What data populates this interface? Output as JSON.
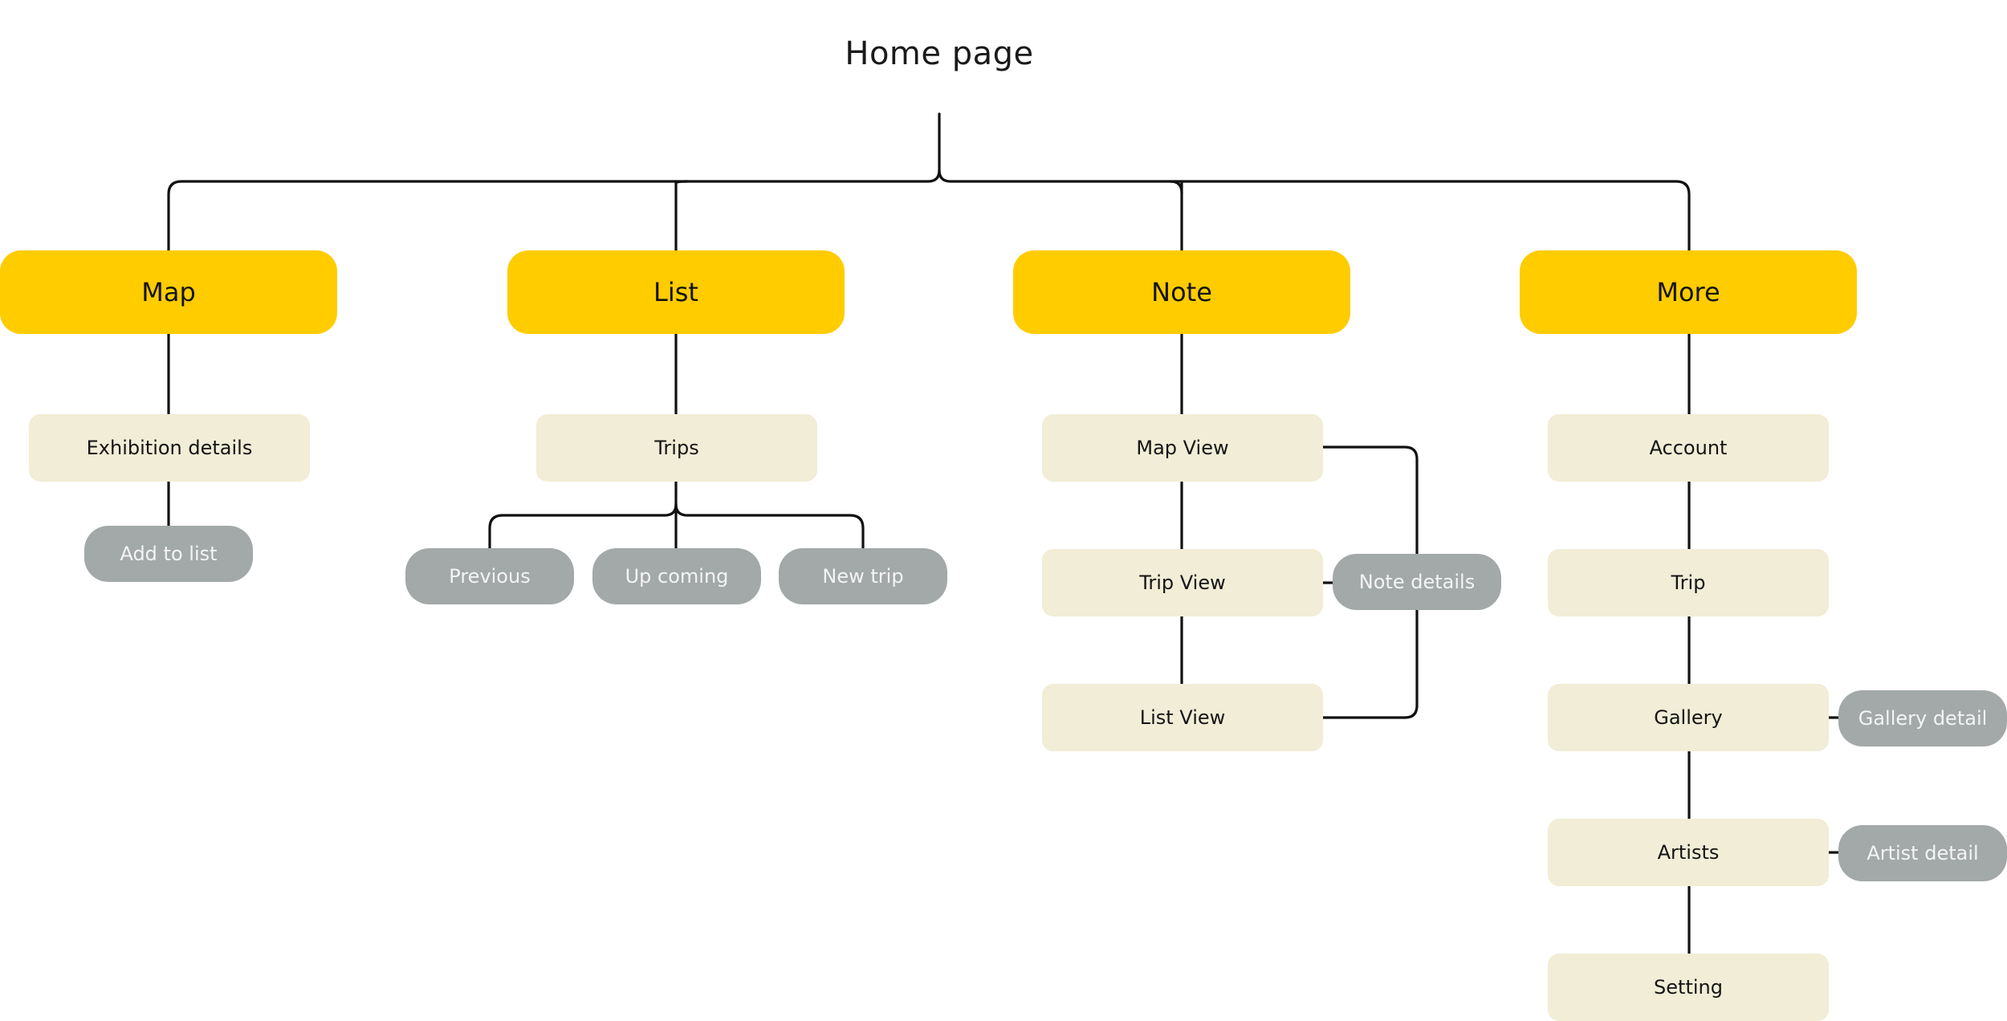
{
  "colors": {
    "primary": "#FFCC00",
    "secondary": "#F1EDD6",
    "tertiary": "#A3A8A8",
    "line": "#111111"
  },
  "title": "Home page",
  "sections": [
    {
      "label": "Map",
      "children": [
        {
          "label": "Exhibition details",
          "details": [
            "Add to list"
          ]
        }
      ]
    },
    {
      "label": "List",
      "children": [
        {
          "label": "Trips",
          "details": [
            "Previous",
            "Up coming",
            "New trip"
          ]
        }
      ]
    },
    {
      "label": "Note",
      "children": [
        {
          "label": "Map View"
        },
        {
          "label": "Trip View"
        },
        {
          "label": "List View"
        }
      ],
      "shared_detail": "Note details"
    },
    {
      "label": "More",
      "children": [
        {
          "label": "Account"
        },
        {
          "label": "Trip"
        },
        {
          "label": "Gallery",
          "details": [
            "Gallery detail"
          ]
        },
        {
          "label": "Artists",
          "details": [
            "Artist detail"
          ]
        },
        {
          "label": "Setting"
        }
      ]
    }
  ]
}
